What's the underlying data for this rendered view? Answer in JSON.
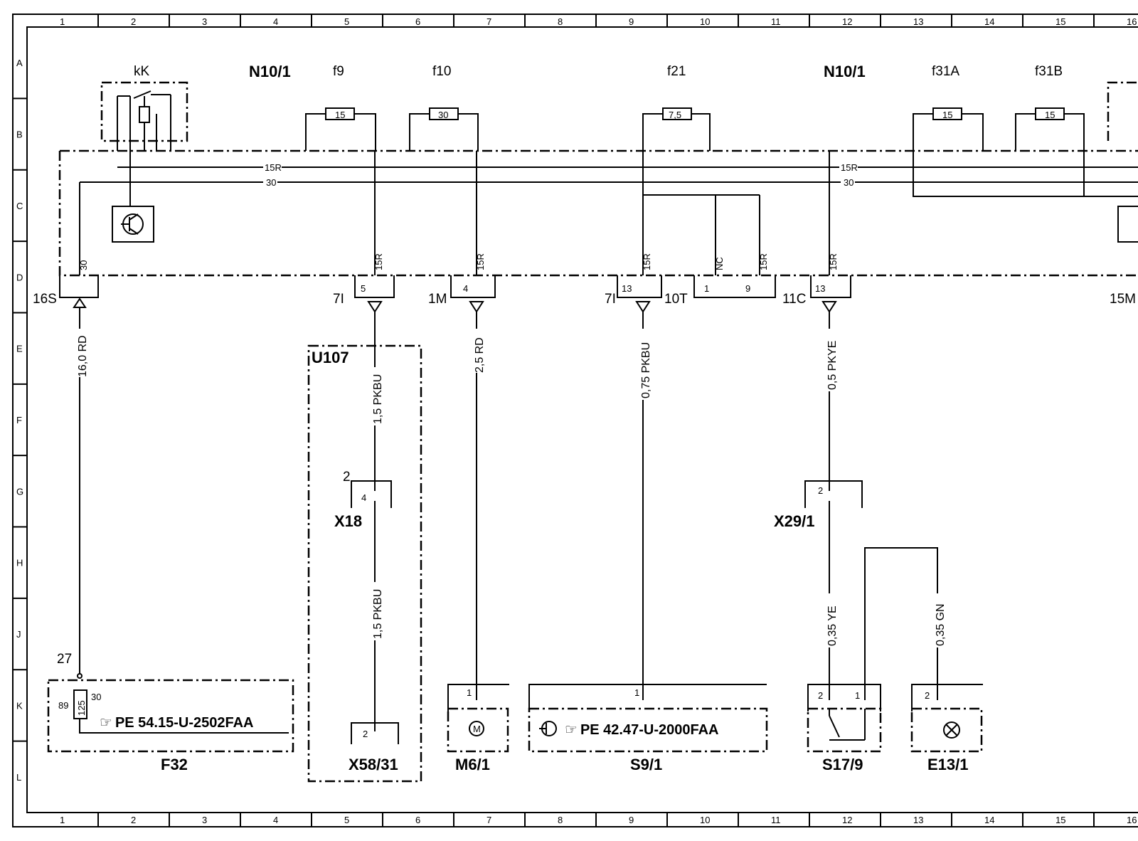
{
  "grid": {
    "columns": [
      "1",
      "2",
      "3",
      "4",
      "5",
      "6",
      "7",
      "8",
      "9",
      "10",
      "11",
      "12",
      "13",
      "14",
      "15",
      "16"
    ],
    "rows": [
      "A",
      "B",
      "C",
      "D",
      "E",
      "F",
      "G",
      "H",
      "J",
      "K",
      "L"
    ]
  },
  "modules": {
    "kK": "kK",
    "n10_left": "N10/1",
    "n10_right": "N10/1",
    "f9": "f9",
    "f9_rating": "15",
    "f10": "f10",
    "f10_rating": "30",
    "f21": "f21",
    "f21_rating": "7,5",
    "f31a": "f31A",
    "f31a_rating": "15",
    "f31b": "f31B",
    "f31b_rating": "15"
  },
  "buses": {
    "bus15r": "15R",
    "bus30": "30"
  },
  "connectors": {
    "c16s": "16S",
    "c16s_pin": "30",
    "c7i_a": "7I",
    "c7i_a_pin": "5",
    "c7i_a_sig": "15R",
    "c1m": "1M",
    "c1m_pin": "4",
    "c1m_sig": "15R",
    "c7i_b": "7I",
    "c7i_b_pin": "13",
    "c7i_b_sig": "15R",
    "c10t": "10T",
    "c10t_pin1": "1",
    "c10t_pin2": "9",
    "c10t_sig1": "NC",
    "c10t_sig2": "15R",
    "c11c": "11C",
    "c11c_pin": "13",
    "c11c_sig": "15R",
    "c15m": "15M"
  },
  "wires": {
    "w1": "16,0 RD",
    "w2": "1,5 PKBU",
    "w3": "1,5 PKBU",
    "w4": "2,5 RD",
    "w5": "0,75 PKBU",
    "w6": "0,5 PKYE",
    "w7": "0,35 YE",
    "w8": "0,35 GN"
  },
  "components": {
    "u107": "U107",
    "x18": "X18",
    "x18_pin_a": "2",
    "x18_pin_b": "4",
    "x29": "X29/1",
    "x29_pin": "2",
    "f32": "F32",
    "f32_node": "27",
    "f32_pin89": "89",
    "f32_pin30": "30",
    "f32_fuse": "125",
    "f32_ref": "PE 54.15-U-2502FAA",
    "x58": "X58/31",
    "x58_pin": "2",
    "m6": "M6/1",
    "m6_pin": "1",
    "m6_symbol": "M",
    "s9": "S9/1",
    "s9_pin": "1",
    "s9_ref": "PE 42.47-U-2000FAA",
    "s17": "S17/9",
    "s17_pin2": "2",
    "s17_pin1": "1",
    "e13": "E13/1",
    "e13_pin": "2"
  },
  "colors": {
    "line": "#000000",
    "background": "#ffffff"
  }
}
